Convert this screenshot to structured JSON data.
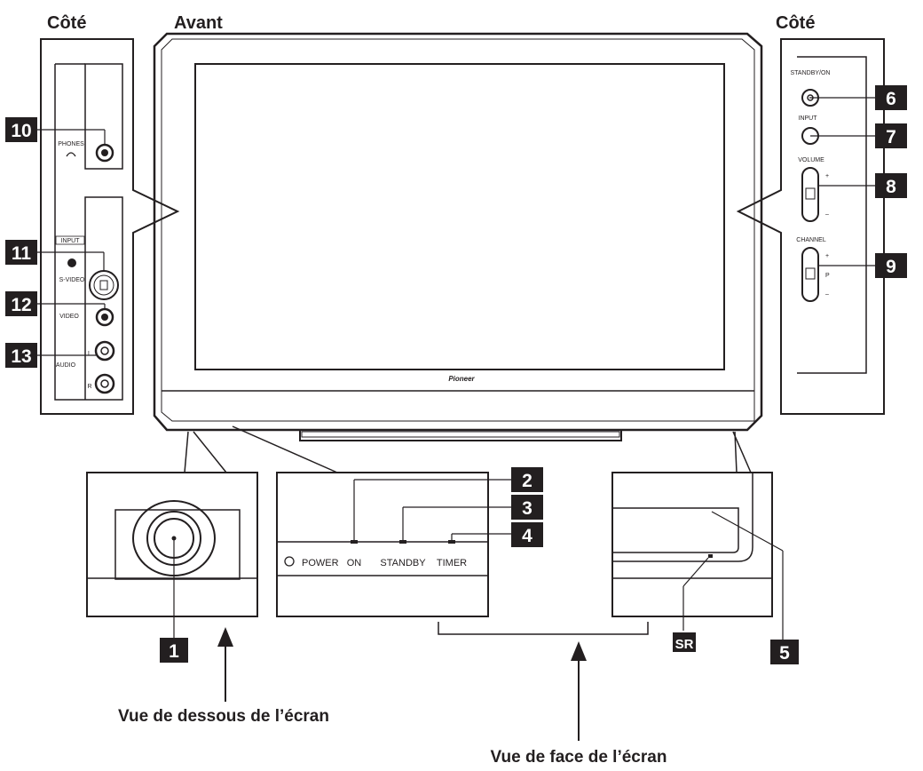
{
  "sections": {
    "side_left": "Côté",
    "front": "Avant",
    "side_right": "Côté"
  },
  "brand": "Pioneer",
  "side_left_labels": {
    "phones": "PHONES",
    "input": "INPUT",
    "svideo": "S-VIDEO",
    "video": "VIDEO",
    "audio": "AUDIO",
    "l": "L",
    "r": "R"
  },
  "side_right_labels": {
    "standby_on": "STANDBY/ON",
    "input": "INPUT",
    "volume": "VOLUME",
    "channel": "CHANNEL",
    "plus": "+",
    "minus": "–",
    "p": "P"
  },
  "panel_labels": {
    "power": "POWER",
    "on": "ON",
    "standby": "STANDBY",
    "timer": "TIMER"
  },
  "sensor_label": "SR",
  "callouts": {
    "c1": "1",
    "c2": "2",
    "c3": "3",
    "c4": "4",
    "c5": "5",
    "c6": "6",
    "c7": "7",
    "c8": "8",
    "c9": "9",
    "c10": "10",
    "c11": "11",
    "c12": "12",
    "c13": "13"
  },
  "captions": {
    "bottom_view": "Vue de dessous de l’écran",
    "front_view": "Vue de face de l’écran"
  }
}
